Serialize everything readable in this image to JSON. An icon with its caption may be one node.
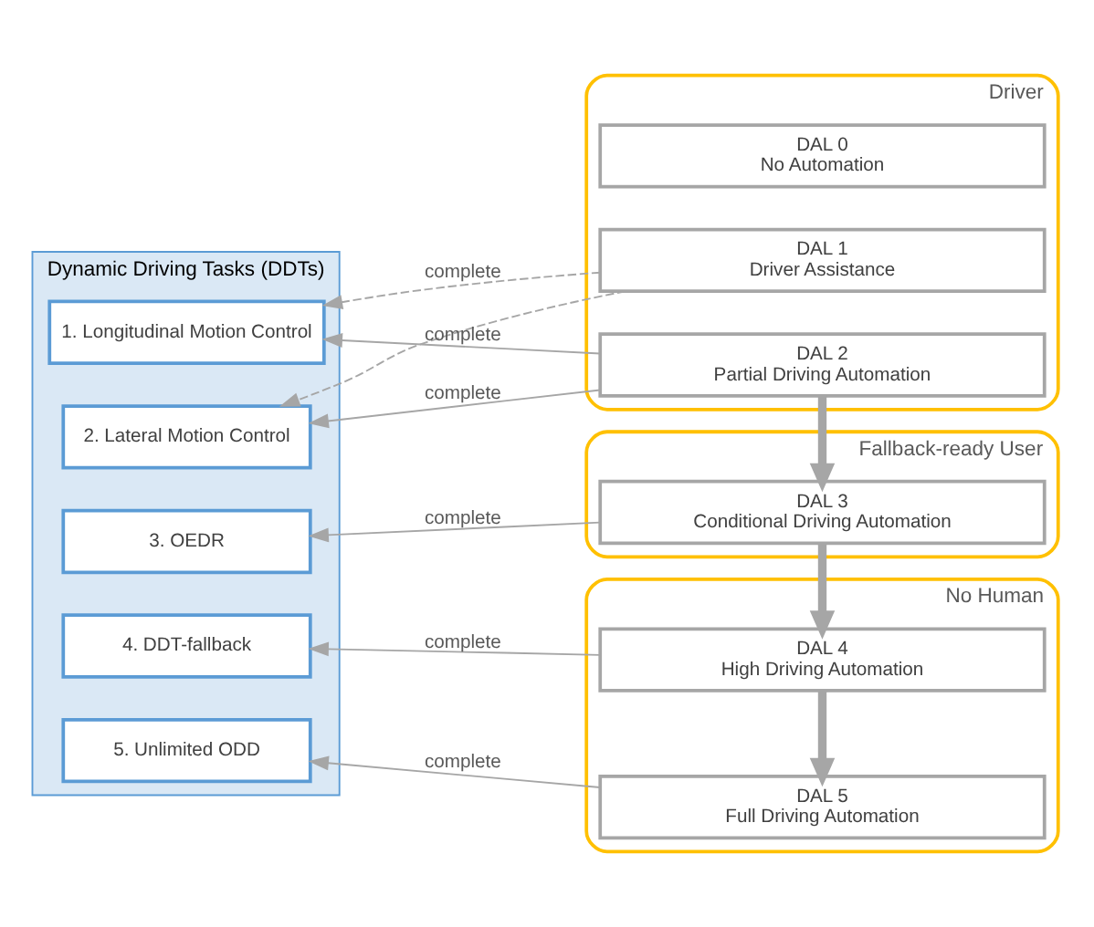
{
  "diagram": {
    "nodes": [
      {
        "text": [
          "Dynamic Driving Tasks (DDTs)"
        ]
      },
      {
        "text": [
          "1. Longitudinal Motion Control"
        ],
        "in": 0
      },
      {
        "text": [
          "2. Lateral Motion Control"
        ],
        "in": 0
      },
      {
        "text": [
          "3. OEDR"
        ],
        "in": 0
      },
      {
        "text": [
          "4. DDT-fallback"
        ],
        "in": 0
      },
      {
        "text": [
          "5. Unlimited ODD"
        ],
        "in": 0
      },
      {
        "text": [
          "Driver"
        ]
      },
      {
        "text": [
          "DAL 0",
          "No Automation"
        ],
        "in": 6
      },
      {
        "text": [
          "DAL 1",
          "Driver Assistance"
        ],
        "in": 6
      },
      {
        "text": [
          "DAL 2",
          "Partial Driving Automation"
        ],
        "in": 6
      },
      {
        "text": [
          "Fallback-ready User"
        ]
      },
      {
        "text": [
          "DAL 3",
          "Conditional Driving Automation"
        ],
        "in": 10
      },
      {
        "text": [
          "No Human"
        ]
      },
      {
        "text": [
          "DAL 4",
          "High Driving Automation"
        ],
        "in": 12
      },
      {
        "text": [
          "DAL 5",
          "Full Driving Automation"
        ],
        "in": 12
      }
    ],
    "edges": [
      {
        "from": 8,
        "to": 1,
        "arrow": "to",
        "label": "complete",
        "style": "dashed"
      },
      {
        "from": 8,
        "to": 2,
        "arrow": "to",
        "style": "dashed"
      },
      {
        "from": 9,
        "to": 1,
        "arrow": "to",
        "label": "complete"
      },
      {
        "from": 9,
        "to": 2,
        "arrow": "to",
        "label": "complete"
      },
      {
        "from": 11,
        "to": 3,
        "arrow": "to",
        "label": "complete"
      },
      {
        "from": 13,
        "to": 4,
        "arrow": "to",
        "label": "complete"
      },
      {
        "from": 14,
        "to": 5,
        "arrow": "to",
        "label": "complete"
      },
      {
        "from": 9,
        "to": 11,
        "arrow": "to",
        "style": "thick"
      },
      {
        "from": 11,
        "to": 13,
        "arrow": "to",
        "style": "thick"
      },
      {
        "from": 13,
        "to": 14,
        "arrow": "to",
        "style": "thick"
      }
    ]
  }
}
